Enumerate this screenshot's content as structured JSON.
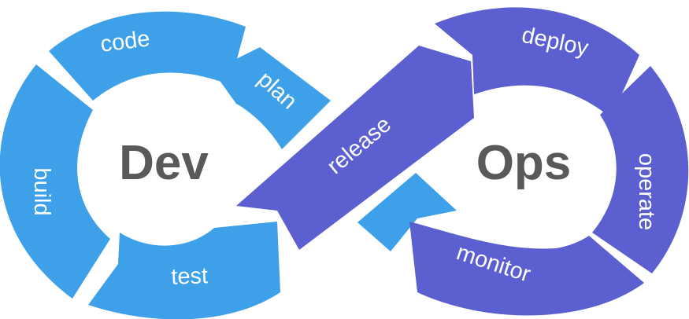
{
  "diagram": {
    "colors": {
      "dev": "#3ea0e8",
      "ops": "#5c5fcf",
      "text_dark": "#595959",
      "text_light": "#ffffff"
    },
    "dev_title": "Dev",
    "ops_title": "Ops",
    "stages": {
      "plan": "plan",
      "code": "code",
      "build": "build",
      "test": "test",
      "release": "release",
      "deploy": "deploy",
      "operate": "operate",
      "monitor": "monitor"
    }
  }
}
